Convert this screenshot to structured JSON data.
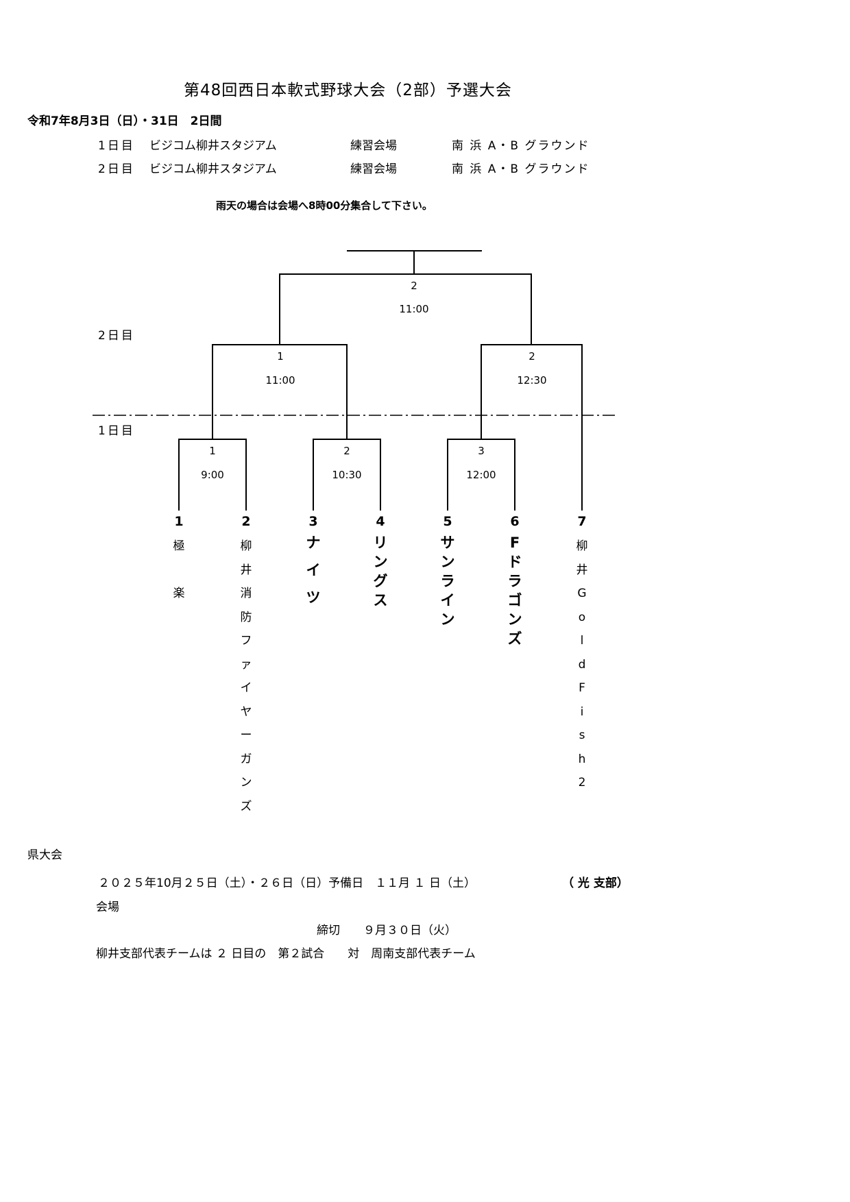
{
  "title": "第48回西日本軟式野球大会（2部）予選大会",
  "dates": "令和7年8月3日（日）・31日　2日間",
  "schedule": [
    {
      "day": "1日目",
      "venue": "ビジコム柳井スタジアム",
      "practice_label": "練習会場",
      "practice_venue": "南 浜 A・B グラウンド"
    },
    {
      "day": "2日目",
      "venue": "ビジコム柳井スタジアム",
      "practice_label": "練習会場",
      "practice_venue": "南 浜 A・B グラウンド"
    }
  ],
  "rain_notice": "雨天の場合は会場へ8時00分集合して下さい。",
  "bracket": {
    "day2_label": "2日目",
    "day1_label": "1日目",
    "final": {
      "number": "2",
      "time": "11:00"
    },
    "day2_games": [
      {
        "number": "1",
        "time": "11:00"
      },
      {
        "number": "2",
        "time": "12:30"
      }
    ],
    "day1_games": [
      {
        "number": "1",
        "time": "9:00"
      },
      {
        "number": "2",
        "time": "10:30"
      },
      {
        "number": "3",
        "time": "12:00"
      }
    ],
    "teams": [
      {
        "seed": "1",
        "name": [
          "極",
          "",
          "楽"
        ]
      },
      {
        "seed": "2",
        "name": [
          "柳",
          "井",
          "消",
          "防",
          "フ",
          "ァ",
          "イ",
          "ヤ",
          "ー",
          "ガ",
          "ン",
          "ズ"
        ]
      },
      {
        "seed": "3",
        "name": [
          "ナ",
          "イ",
          "ツ"
        ]
      },
      {
        "seed": "4",
        "name": [
          "リ",
          "ン",
          "グ",
          "ス"
        ]
      },
      {
        "seed": "5",
        "name": [
          "サ",
          "ン",
          "ラ",
          "イ",
          "ン"
        ]
      },
      {
        "seed": "6",
        "name": [
          "F",
          "ド",
          "ラ",
          "ゴ",
          "ン",
          "ズ"
        ]
      },
      {
        "seed": "7",
        "name": [
          "柳",
          "井",
          "G",
          "o",
          "l",
          "d",
          "F",
          "i",
          "s",
          "h",
          "2"
        ]
      }
    ]
  },
  "prefectural": {
    "heading": "県大会",
    "dates": "２０２５年10月２５日（土）・２６日（日）予備日　１１月 １ 日（土）",
    "host": "（ 光 支部）",
    "venue_label": "会場",
    "deadline": "締切　　９月３０日（火）",
    "matchup": "柳井支部代表チームは ２ 日目の　第２試合　　対　周南支部代表チーム"
  }
}
